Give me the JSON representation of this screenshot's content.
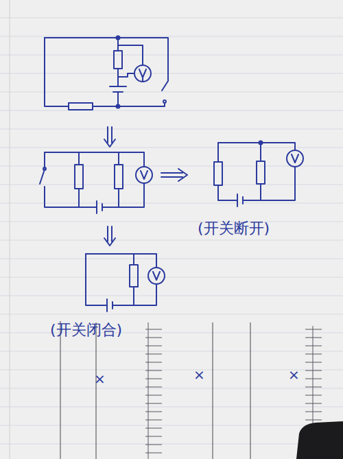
{
  "diagram": {
    "labels": [
      "(开关断开)",
      "(开关闭合)",
      "×",
      "×",
      "×"
    ]
  }
}
